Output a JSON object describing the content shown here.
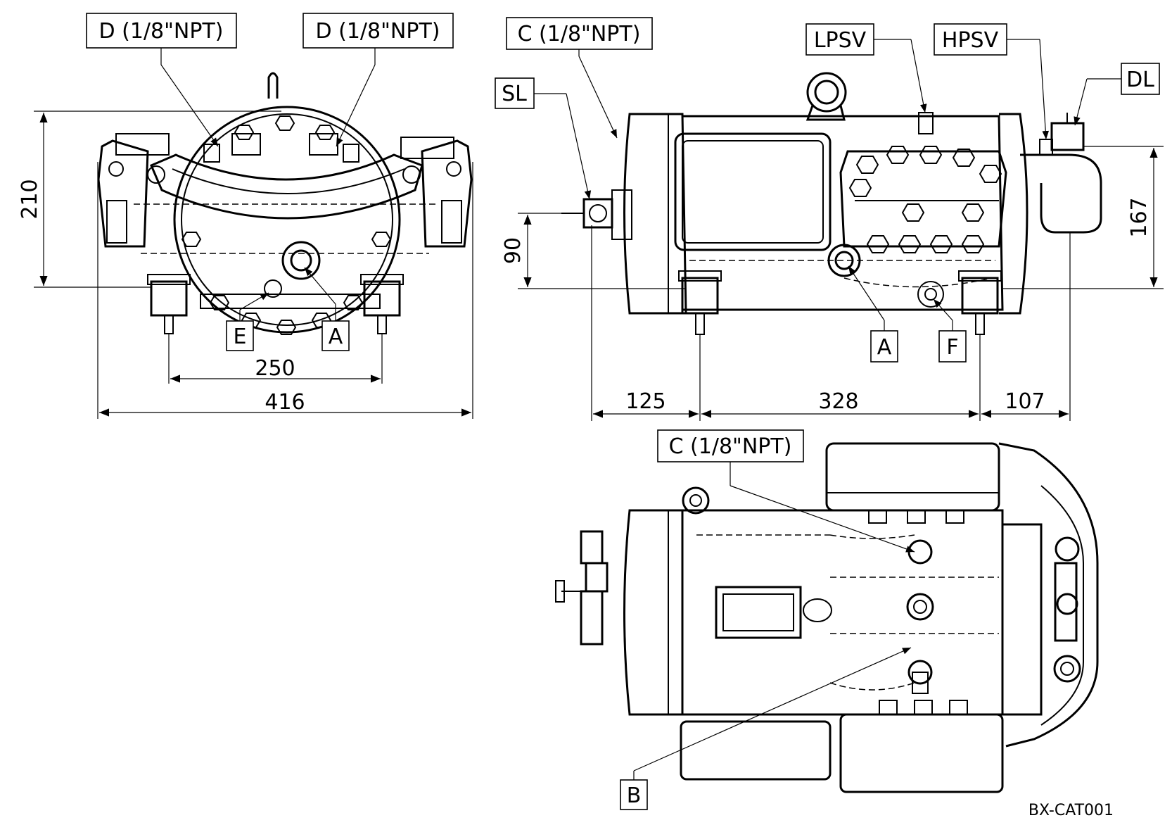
{
  "callouts": {
    "d_left": "D  (1/8\"NPT)",
    "d_right": "D  (1/8\"NPT)",
    "c_side": "C  (1/8\"NPT)",
    "c_top": "C  (1/8\"NPT)",
    "sl": "SL",
    "lpsv": "LPSV",
    "hpsv": "HPSV",
    "dl": "DL",
    "e": "E",
    "a_front": "A",
    "a_side": "A",
    "f": "F",
    "b": "B"
  },
  "dimensions": {
    "front_height": "210",
    "front_bolt_spacing": "250",
    "front_width": "416",
    "side_suction_height": "90",
    "side_discharge_height": "167",
    "side_left": "125",
    "side_middle": "328",
    "side_right": "107"
  },
  "reference": "BX-CAT001"
}
